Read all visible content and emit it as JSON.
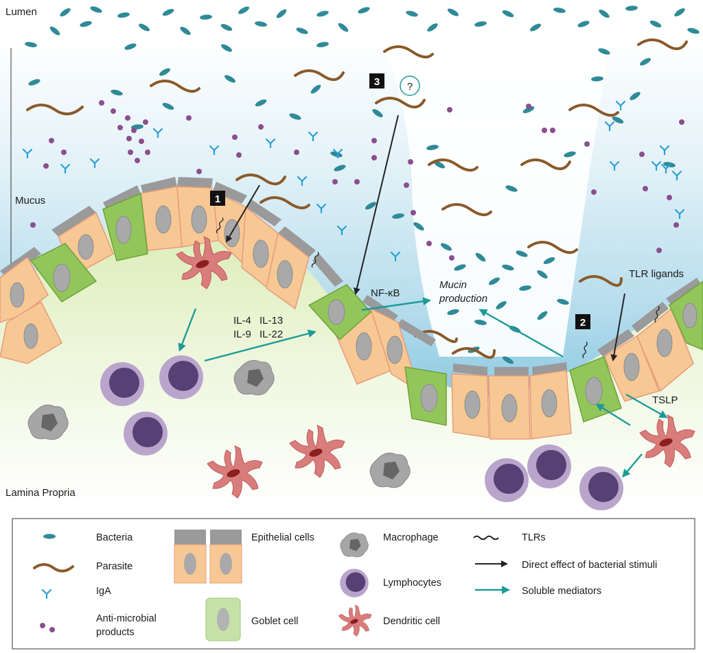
{
  "regions": {
    "lumen": "Lumen",
    "mucus": "Mucus",
    "lamina_propria": "Lamina Propria"
  },
  "markers": {
    "one": "1",
    "two": "2",
    "three": "3",
    "unknown": "?"
  },
  "labels": {
    "il4": "IL-4",
    "il13": "IL-13",
    "il9": "IL-9",
    "il22": "IL-22",
    "nfkb": "NF-κB",
    "mucin_1": "Mucin",
    "mucin_2": "production",
    "tlr_ligands": "TLR ligands",
    "tslp": "TSLP"
  },
  "legend": {
    "bacteria": "Bacteria",
    "parasite": "Parasite",
    "iga": "IgA",
    "amp_1": "Anti-microbial",
    "amp_2": "products",
    "epithelial": "Epithelial cells",
    "goblet": "Goblet cell",
    "macrophage": "Macrophage",
    "lymphocytes": "Lymphocytes",
    "dendritic": "Dendritic cell",
    "tlrs": "TLRs",
    "direct": "Direct effect of bacterial stimuli",
    "soluble": "Soluble mediators"
  },
  "colors": {
    "bacteria": "#2f8a98",
    "parasite": "#8a5a2b",
    "iga": "#2a9fd6",
    "amp": "#8b4f8f",
    "epithelial": "#f7c894",
    "goblet": "#92c55a",
    "macrophage": "#9d9d9d",
    "lymphocyte": "#574073",
    "dendritic": "#d97c7c",
    "soluble_arrow": "#1c9a98",
    "direct_arrow": "#222222"
  }
}
